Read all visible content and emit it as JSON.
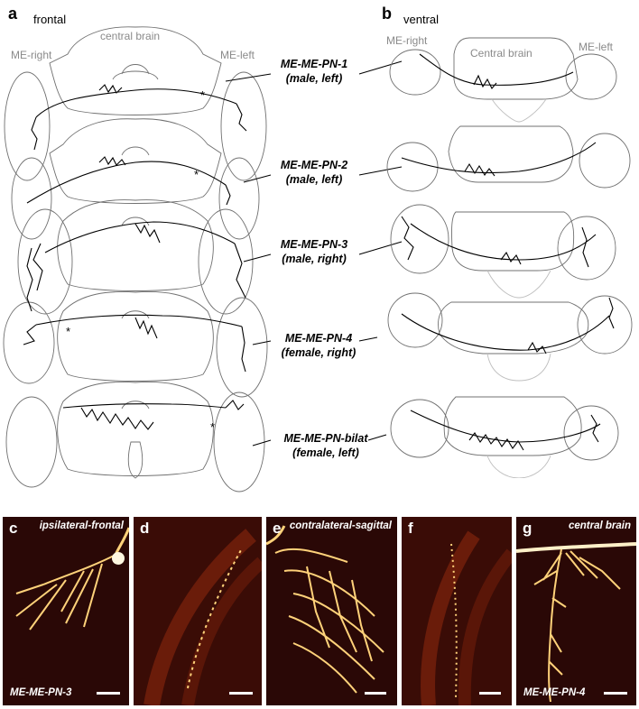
{
  "panel_a": {
    "letter": "a",
    "view": "frontal",
    "region_central": "central brain",
    "region_me_right": "ME-right",
    "region_me_left": "ME-left"
  },
  "panel_b": {
    "letter": "b",
    "view": "ventral",
    "region_central": "Central brain",
    "region_me_right": "ME-right",
    "region_me_left": "ME-left"
  },
  "neurons": [
    {
      "name": "ME-ME-PN-1",
      "detail": "(male, left)"
    },
    {
      "name": "ME-ME-PN-2",
      "detail": "(male, left)"
    },
    {
      "name": "ME-ME-PN-3",
      "detail": "(male, right)"
    },
    {
      "name": "ME-ME-PN-4",
      "detail": "(female, right)"
    },
    {
      "name": "ME-ME-PN-bilat",
      "detail": "(female, left)"
    }
  ],
  "soma_marker": "*",
  "micrographs": [
    {
      "letter": "c",
      "title": "ipsilateral-frontal",
      "name": "ME-ME-PN-3"
    },
    {
      "letter": "d",
      "title": "",
      "name": ""
    },
    {
      "letter": "e",
      "title": "contralateral-sagittal",
      "name": ""
    },
    {
      "letter": "f",
      "title": "",
      "name": ""
    },
    {
      "letter": "g",
      "title": "central brain",
      "name": "ME-ME-PN-4"
    }
  ],
  "colors": {
    "outline": "#707070",
    "neuron": "#000000",
    "micro_bg": "#2a0806",
    "micro_signal": "#ffd27a"
  }
}
